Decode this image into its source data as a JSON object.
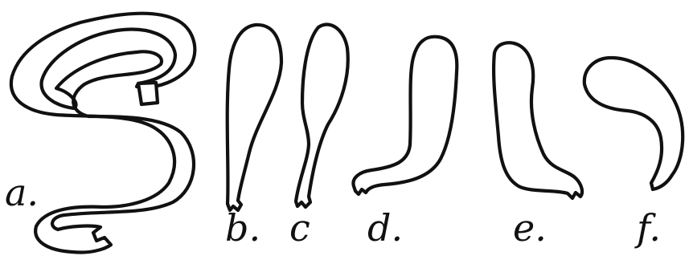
{
  "labels": {
    "a": "a.",
    "b": "b.",
    "c": "c",
    "d": "d.",
    "e": "e.",
    "f": "f."
  },
  "colors": {
    "ink": "#111111",
    "paper": "#ffffff"
  }
}
